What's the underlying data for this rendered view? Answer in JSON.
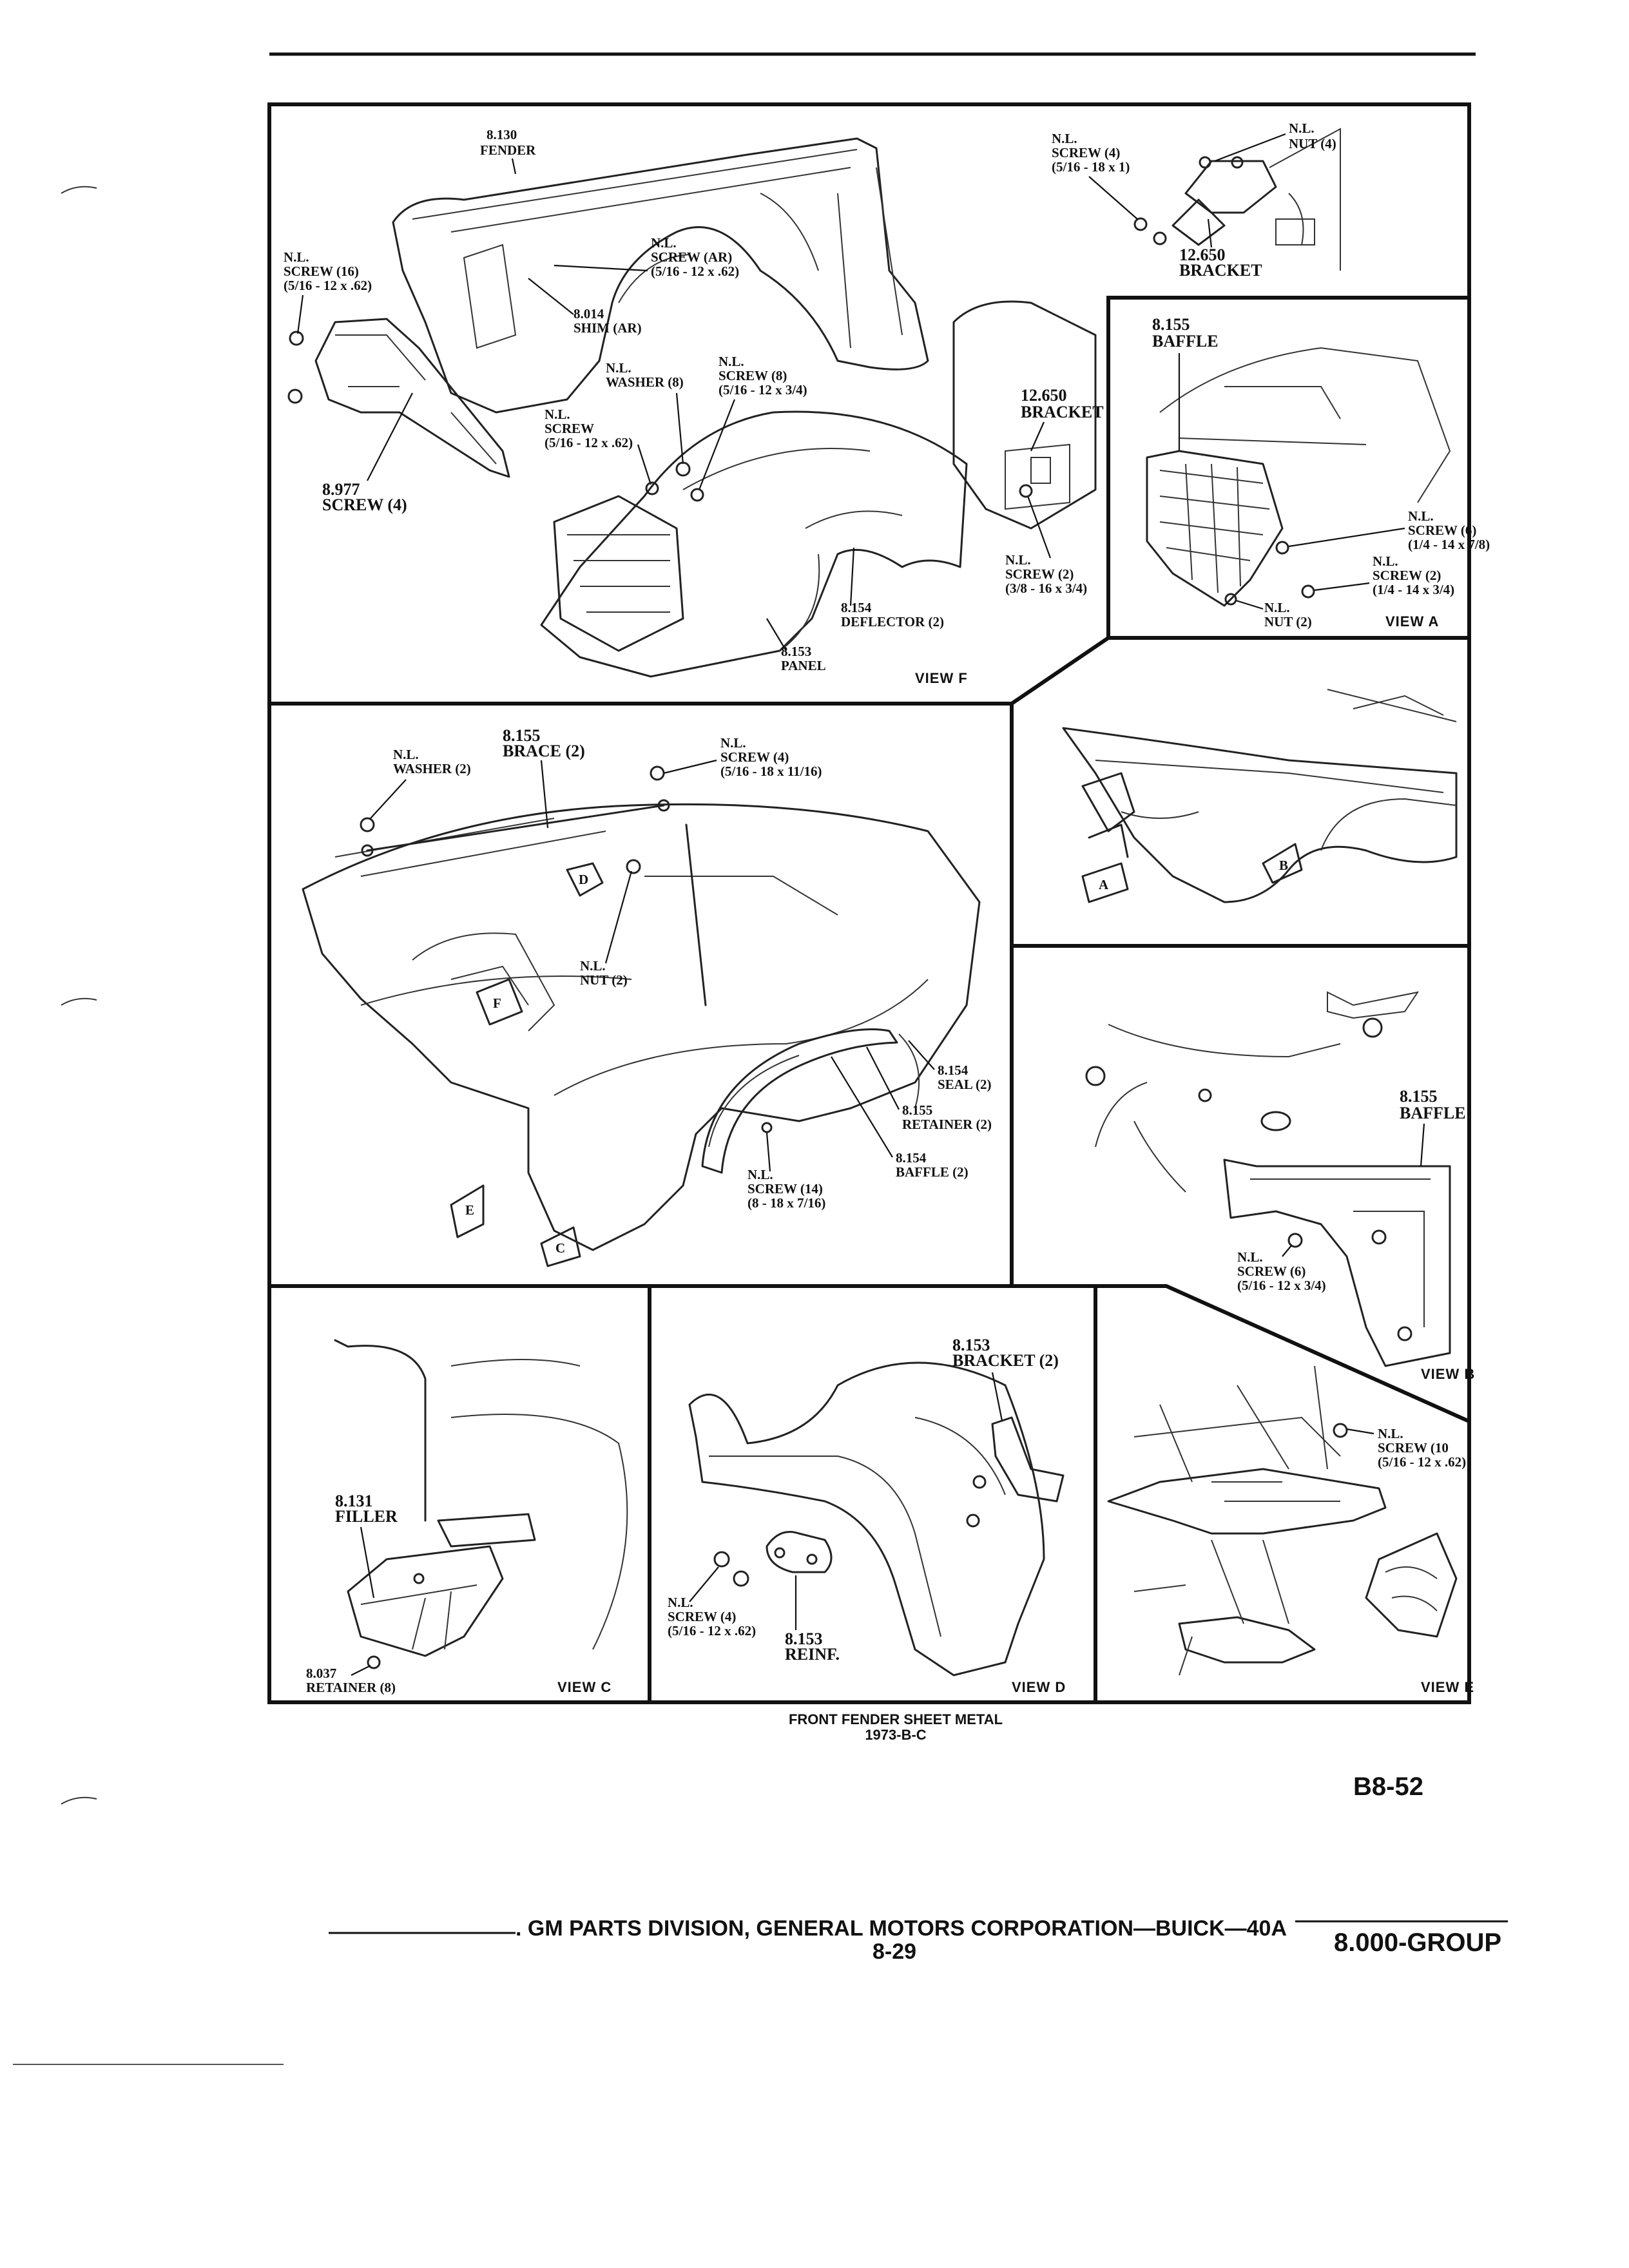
{
  "page": {
    "caption_line1": "FRONT FENDER SHEET METAL",
    "caption_line2": "1973-B-C",
    "page_code": "B8-52",
    "footer_text": ". GM PARTS DIVISION, GENERAL MOTORS CORPORATION—BUICK—40A",
    "page_number": "8-29",
    "group": "8.000-GROUP"
  },
  "view_f": {
    "label": "VIEW F",
    "callouts": {
      "fender_num": "8.130",
      "fender_name": "FENDER",
      "screw16_nl": "N.L.",
      "screw16_name": "SCREW (16)",
      "screw16_size": "(5/16 - 12 x .62)",
      "screwar_nl": "N.L.",
      "screwar_name": "SCREW (AR)",
      "screwar_size": "(5/16 - 12 x .62)",
      "shim_num": "8.014",
      "shim_name": "SHIM (AR)",
      "washer_nl": "N.L.",
      "washer_name": "WASHER (8)",
      "screw8_nl": "N.L.",
      "screw8_name": "SCREW (8)",
      "screw8_size": "(5/16 - 12 x 3/4)",
      "screw_nl": "N.L.",
      "screw_name": "SCREW",
      "screw_size": "(5/16 - 12 x .62)",
      "screw4_num": "8.977",
      "screw4_name": "SCREW (4)",
      "deflector_num": "8.154",
      "deflector_name": "DEFLECTOR (2)",
      "panel_num": "8.153",
      "panel_name": "PANEL",
      "bracket_num": "12.650",
      "bracket_name": "BRACKET",
      "screw2_nl": "N.L.",
      "screw2_name": "SCREW (2)",
      "screw2_size": "(3/8 - 16 x 3/4)"
    }
  },
  "top_right": {
    "screw_nl": "N.L.",
    "screw_name": "SCREW (4)",
    "screw_size": "(5/16 - 18 x 1)",
    "nut_nl": "N.L.",
    "nut_name": "NUT (4)",
    "bracket_num": "12.650",
    "bracket_name": "BRACKET"
  },
  "view_a": {
    "label": "VIEW A",
    "baffle_num": "8.155",
    "baffle_name": "BAFFLE",
    "screw6_nl": "N.L.",
    "screw6_name": "SCREW (6)",
    "screw6_size": "(1/4 - 14 x 7/8)",
    "screw2_nl": "N.L.",
    "screw2_name": "SCREW (2)",
    "screw2_size": "(1/4 - 14 x 3/4)",
    "nut_nl": "N.L.",
    "nut_name": "NUT (2)"
  },
  "middle_left": {
    "washer_nl": "N.L.",
    "washer_name": "WASHER (2)",
    "brace_num": "8.155",
    "brace_name": "BRACE (2)",
    "screw_nl": "N.L.",
    "screw_name": "SCREW (4)",
    "screw_size": "(5/16 - 18 x 11/16)",
    "nut_nl": "N.L.",
    "nut_name": "NUT (2)",
    "seal_num": "8.154",
    "seal_name": "SEAL (2)",
    "retainer_num": "8.155",
    "retainer_name": "RETAINER (2)",
    "baffle_num": "8.154",
    "baffle_name": "BAFFLE (2)",
    "screw14_nl": "N.L.",
    "screw14_name": "SCREW (14)",
    "screw14_size": "(8 - 18 x 7/16)",
    "arrows": [
      "D",
      "F",
      "E",
      "C"
    ]
  },
  "middle_right": {
    "arrows": [
      "A",
      "B"
    ]
  },
  "view_b": {
    "label": "VIEW B",
    "baffle_num": "8.155",
    "baffle_name": "BAFFLE",
    "screw_nl": "N.L.",
    "screw_name": "SCREW (6)",
    "screw_size": "(5/16 - 12 x 3/4)"
  },
  "view_c": {
    "label": "VIEW C",
    "filler_num": "8.131",
    "filler_name": "FILLER",
    "retainer_num": "8.037",
    "retainer_name": "RETAINER (8)"
  },
  "view_d": {
    "label": "VIEW D",
    "bracket_num": "8.153",
    "bracket_name": "BRACKET (2)",
    "screw_nl": "N.L.",
    "screw_name": "SCREW (4)",
    "screw_size": "(5/16 - 12 x .62)",
    "reinf_num": "8.153",
    "reinf_name": "REINF."
  },
  "view_e": {
    "label": "VIEW E",
    "screw_nl": "N.L.",
    "screw_name": "SCREW (10",
    "screw_size": "(5/16 - 12 x .62)"
  }
}
